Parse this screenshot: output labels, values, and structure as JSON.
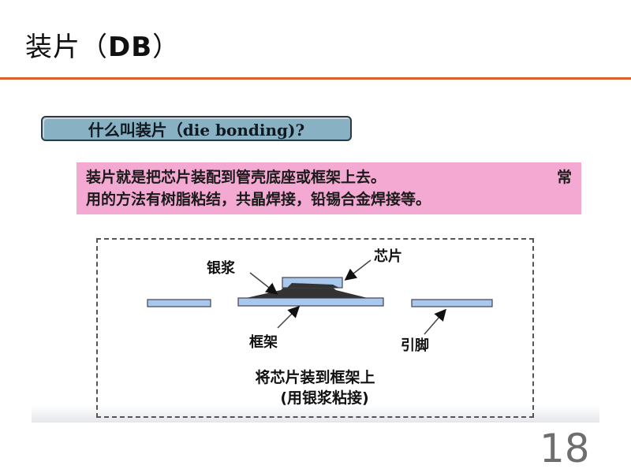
{
  "slide": {
    "title_cn": "装片（",
    "title_en": "DB",
    "title_close": "）",
    "accent_color": "#d9622f",
    "question_banner": "什么叫装片（die bonding)?",
    "definition_line1_a": "装片就是把芯片装配到管壳底座或框架上去。",
    "definition_line1_b": "常",
    "definition_line2": "用的方法有树脂粘结，共晶焊接，铅锡合金焊接等。",
    "diagram": {
      "label_chip": "芯片",
      "label_silver_paste": "银浆",
      "label_frame": "框架",
      "label_lead": "引脚",
      "caption_line1": "将芯片装到框架上",
      "caption_line2": "(用银浆粘接)"
    },
    "page_number": "18"
  }
}
